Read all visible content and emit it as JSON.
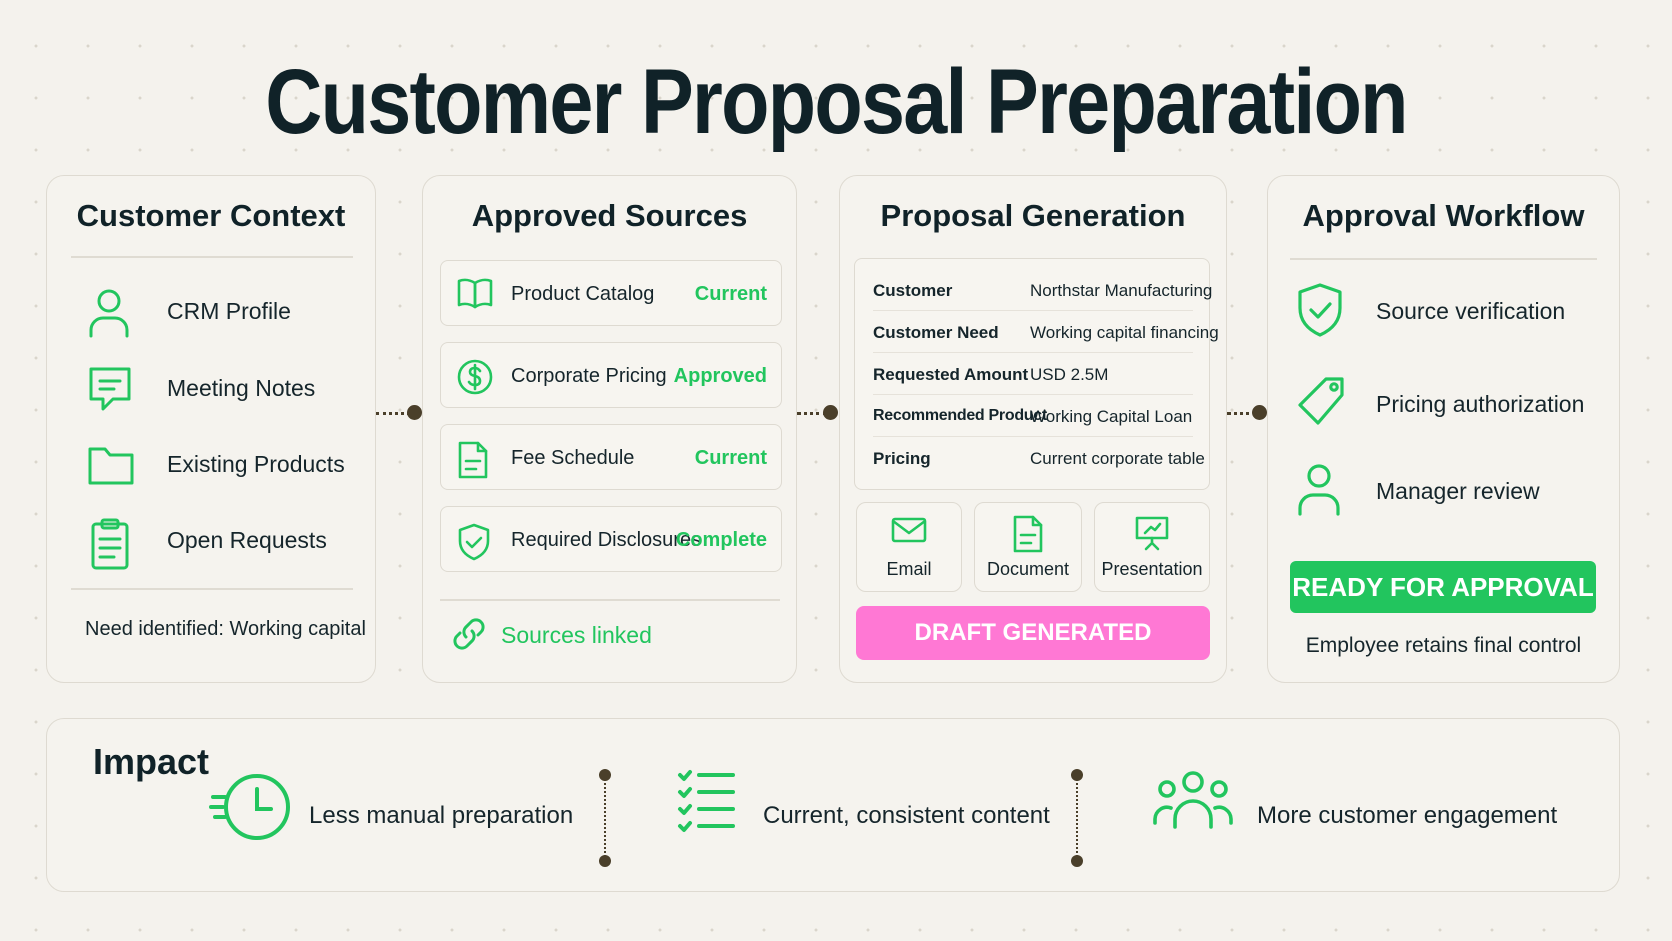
{
  "title": "Customer Proposal Preparation",
  "colors": {
    "accent": "#22c55e",
    "draft": "#ff78d4",
    "text": "#102228",
    "connector": "#4a3f2a"
  },
  "customer_context": {
    "title": "Customer Context",
    "items": [
      {
        "label": "CRM Profile",
        "icon": "user-icon"
      },
      {
        "label": "Meeting Notes",
        "icon": "message-icon"
      },
      {
        "label": "Existing Products",
        "icon": "folder-icon"
      },
      {
        "label": "Open Requests",
        "icon": "clipboard-icon"
      }
    ],
    "footer": "Need identified: Working capital"
  },
  "approved_sources": {
    "title": "Approved Sources",
    "items": [
      {
        "label": "Product Catalog",
        "status": "Current",
        "icon": "book-icon"
      },
      {
        "label": "Corporate Pricing",
        "status": "Approved",
        "icon": "dollar-icon"
      },
      {
        "label": "Fee Schedule",
        "status": "Current",
        "icon": "document-icon"
      },
      {
        "label": "Required Disclosures",
        "status": "Complete",
        "icon": "shield-check-icon"
      }
    ],
    "footer": "Sources linked"
  },
  "proposal_generation": {
    "title": "Proposal Generation",
    "rows": [
      {
        "key": "Customer",
        "value": "Northstar Manufacturing"
      },
      {
        "key": "Customer Need",
        "value": "Working capital financing"
      },
      {
        "key": "Requested Amount",
        "value": "USD 2.5M"
      },
      {
        "key": "Recommended Product",
        "value": "Working Capital Loan"
      },
      {
        "key": "Pricing",
        "value": "Current corporate table"
      }
    ],
    "formats": [
      {
        "label": "Email",
        "icon": "mail-icon"
      },
      {
        "label": "Document",
        "icon": "document-icon"
      },
      {
        "label": "Presentation",
        "icon": "presentation-icon"
      }
    ],
    "status": "DRAFT GENERATED"
  },
  "approval_workflow": {
    "title": "Approval Workflow",
    "items": [
      {
        "label": "Source verification",
        "icon": "shield-check-icon"
      },
      {
        "label": "Pricing authorization",
        "icon": "tag-icon"
      },
      {
        "label": "Manager review",
        "icon": "user-icon"
      }
    ],
    "status": "READY FOR APPROVAL",
    "footer": "Employee retains final control"
  },
  "impact": {
    "title": "Impact",
    "items": [
      {
        "label": "Less manual preparation",
        "icon": "clock-fast-icon"
      },
      {
        "label": "Current, consistent content",
        "icon": "checklist-icon"
      },
      {
        "label": "More customer engagement",
        "icon": "group-icon"
      }
    ]
  }
}
